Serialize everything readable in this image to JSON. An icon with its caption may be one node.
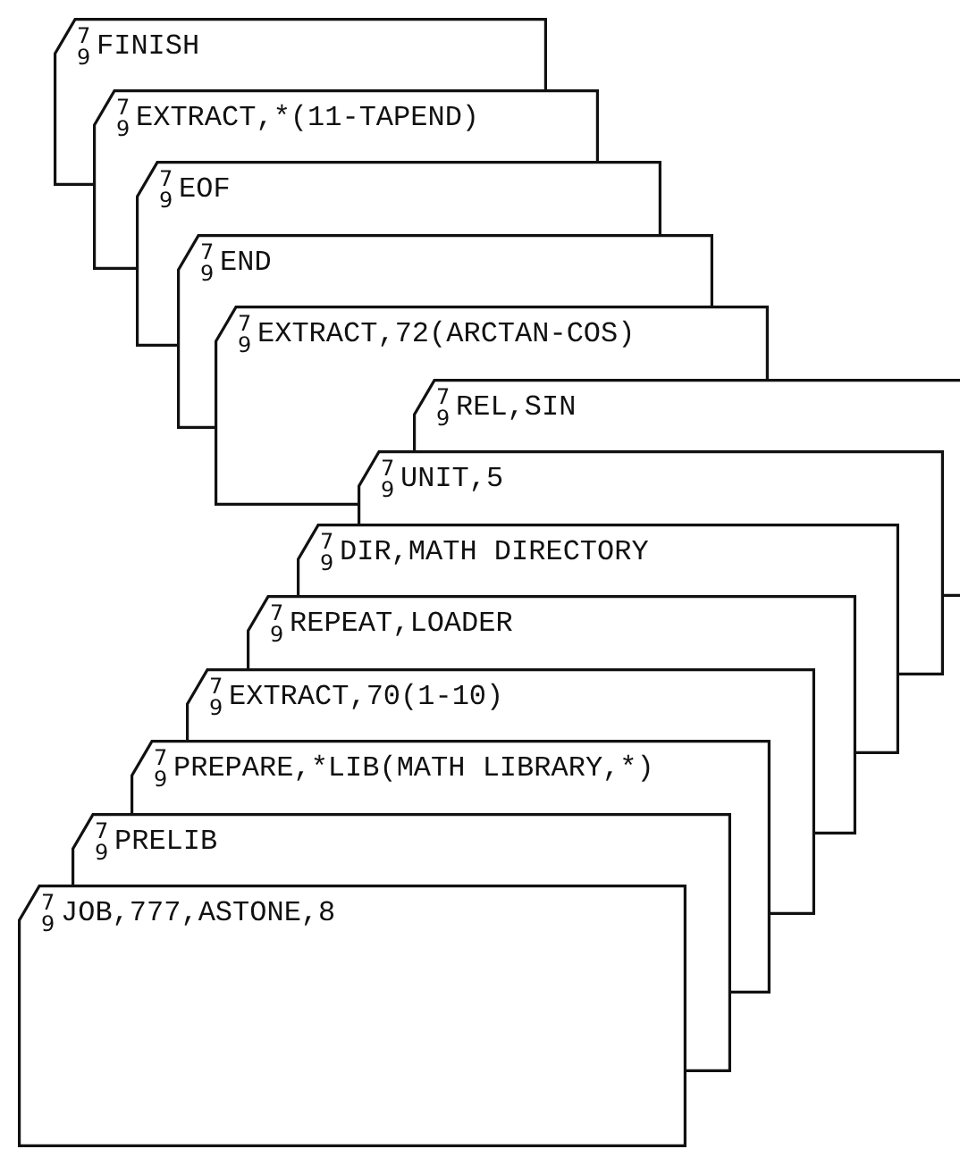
{
  "diagram": {
    "nodes": [
      {
        "text": [
          "7",
          "9",
          "FINISH"
        ]
      },
      {
        "text": [
          "7",
          "9",
          "EXTRACT,*(11-TAPEND)"
        ]
      },
      {
        "text": [
          "7",
          "9",
          "EOF"
        ]
      },
      {
        "text": [
          "7",
          "9",
          "END"
        ]
      },
      {
        "text": [
          "7",
          "9",
          "EXTRACT,72(ARCTAN-COS)"
        ]
      },
      {
        "text": [
          "7",
          "9",
          "REL,SIN"
        ]
      },
      {
        "text": [
          "7",
          "9",
          "UNIT,5"
        ]
      },
      {
        "text": [
          "7",
          "9",
          "DIR,MATH DIRECTORY"
        ]
      },
      {
        "text": [
          "7",
          "9",
          "REPEAT,LOADER"
        ]
      },
      {
        "text": [
          "7",
          "9",
          "EXTRACT,70(1-10)"
        ]
      },
      {
        "text": [
          "7",
          "9",
          "PREPARE,*LIB(MATH LIBRARY,*)"
        ]
      },
      {
        "text": [
          "7",
          "9",
          "PRELIB"
        ]
      },
      {
        "text": [
          "7",
          "9",
          "JOB,777,ASTONE,8"
        ]
      }
    ]
  }
}
